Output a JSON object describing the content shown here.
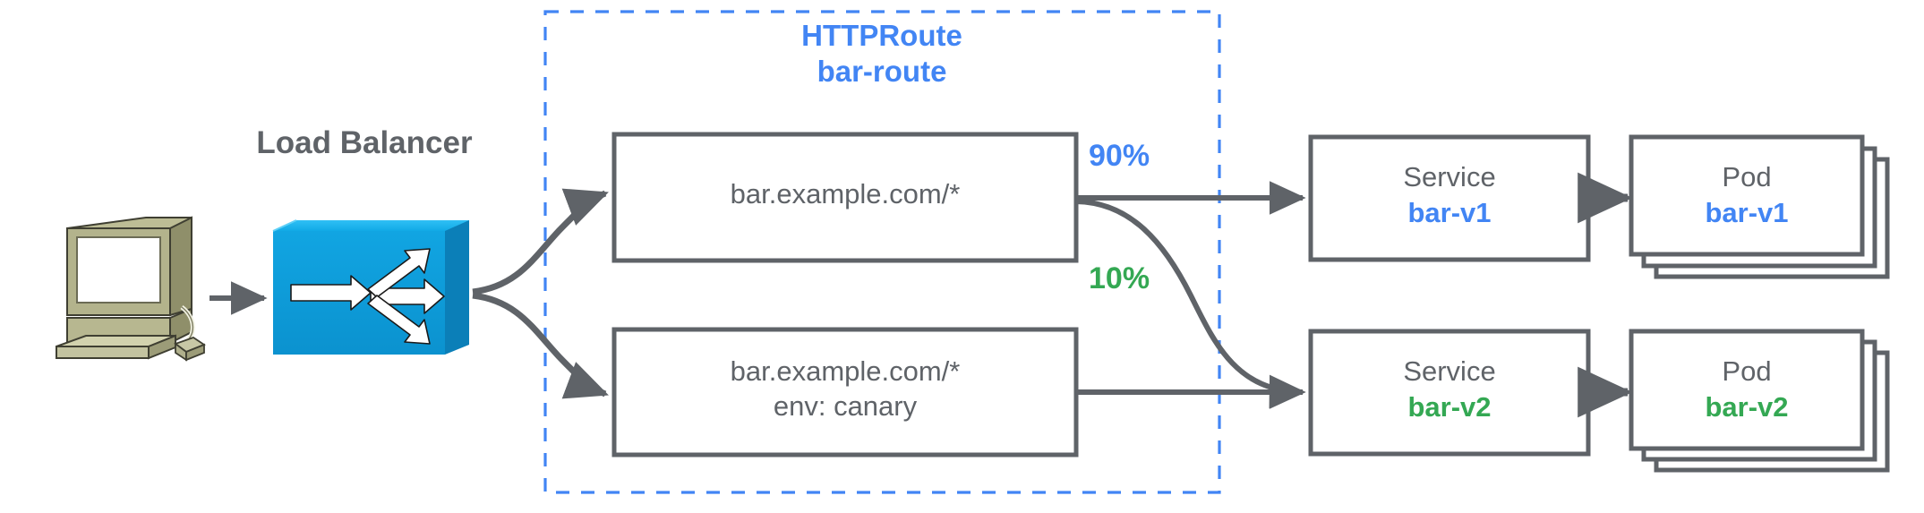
{
  "diagram": {
    "title": "Gateway API HTTPRoute traffic-splitting (canary) diagram",
    "background": "#ffffff"
  },
  "colors": {
    "blue": "#4285f4",
    "green": "#34a853",
    "gray_text": "#5f6368",
    "gray_stroke": "#5f6368",
    "switch_blue": "#0a9ae0",
    "computer_body": "#a8a87e"
  },
  "client": {
    "icon": "computer-workstation-icon"
  },
  "load_balancer": {
    "label": "Load Balancer",
    "icon": "network-switch-icon"
  },
  "httproute": {
    "kind_label": "HTTPRoute",
    "name_label": "bar-route",
    "boundary": "dashed-blue-box",
    "rules": [
      {
        "match_lines": [
          "bar.example.com/*"
        ]
      },
      {
        "match_lines": [
          "bar.example.com/*",
          "env: canary"
        ]
      }
    ]
  },
  "weights": [
    {
      "label": "90%",
      "color": "#4285f4"
    },
    {
      "label": "10%",
      "color": "#34a853"
    }
  ],
  "services": [
    {
      "kind": "Service",
      "name": "bar-v1",
      "color": "#4285f4"
    },
    {
      "kind": "Service",
      "name": "bar-v2",
      "color": "#34a853"
    }
  ],
  "pods": [
    {
      "kind": "Pod",
      "name": "bar-v1",
      "color": "#4285f4",
      "replicas": 3
    },
    {
      "kind": "Pod",
      "name": "bar-v2",
      "color": "#34a853",
      "replicas": 3
    }
  ]
}
